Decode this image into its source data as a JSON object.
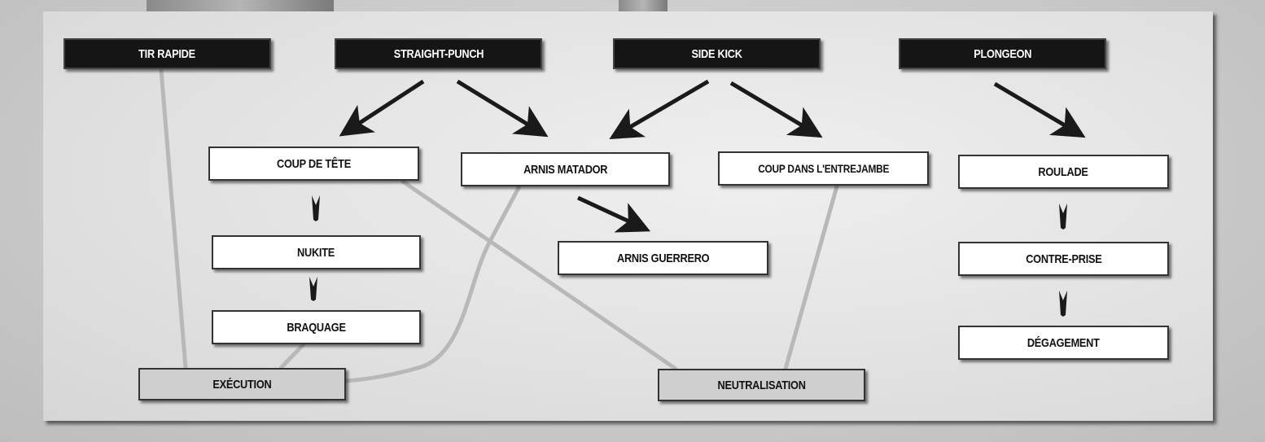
{
  "colors": {
    "header_box": "#151515",
    "node_box": "#ffffff",
    "result_box": "#cfcfcf",
    "arrow": "#1a1a1a",
    "link": "#b8b8b8"
  },
  "headers": {
    "tir_rapide": "TIR RAPIDE",
    "straight_punch": "STRAIGHT-PUNCH",
    "side_kick": "SIDE KICK",
    "plongeon": "PLONGEON"
  },
  "moves": {
    "coup_de_tete": "COUP DE TÊTE",
    "arnis_matador": "ARNIS MATADOR",
    "coup_entrejambe": "COUP DANS L'ENTREJAMBE",
    "roulade": "ROULADE",
    "nukite": "NUKITE",
    "arnis_guerrero": "ARNIS GUERRERO",
    "contre_prise": "CONTRE-PRISE",
    "braquage": "BRAQUAGE",
    "degagement": "DÉGAGEMENT"
  },
  "results": {
    "execution": "EXÉCUTION",
    "neutralisation": "NEUTRALISATION"
  }
}
